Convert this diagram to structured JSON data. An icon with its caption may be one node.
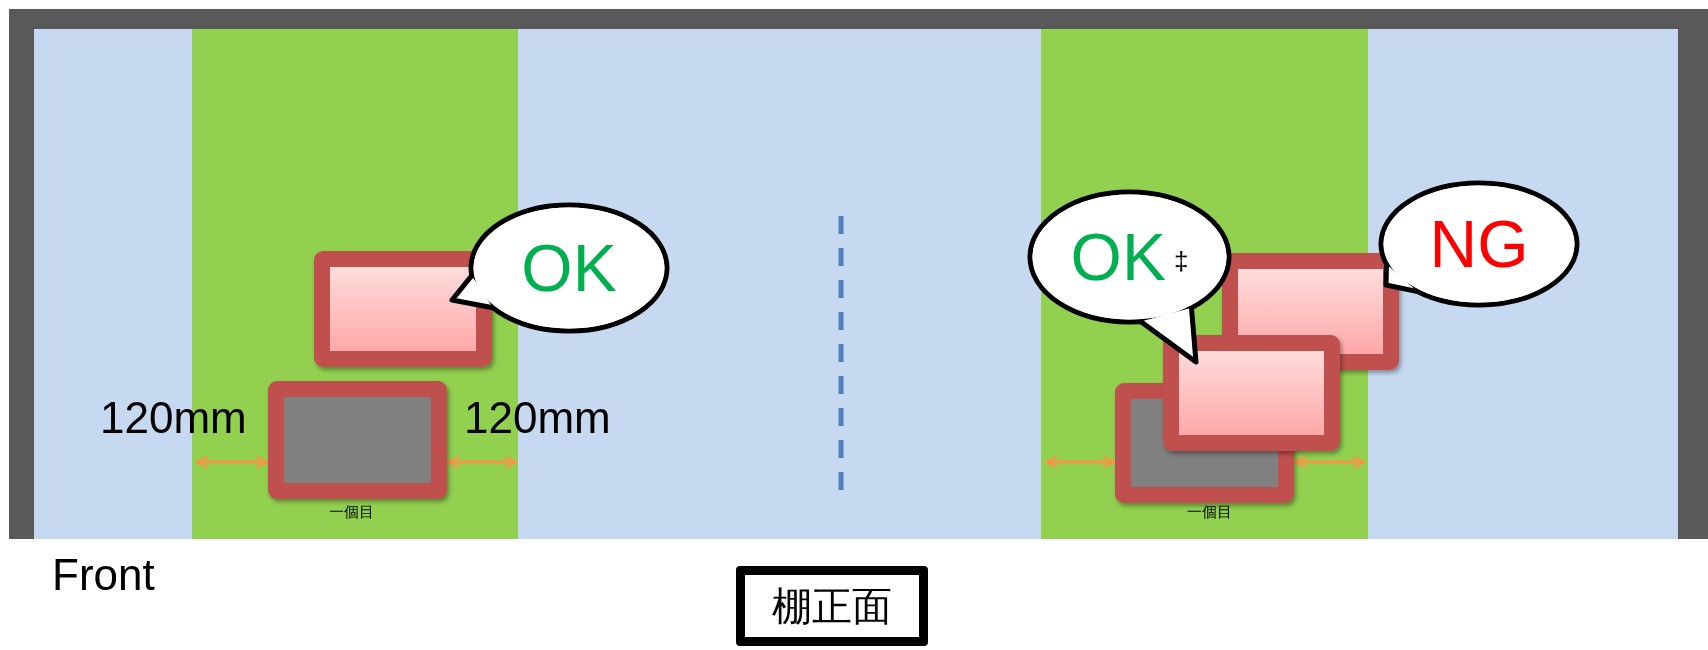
{
  "diagram": {
    "title": "棚正面",
    "nodes": [
      {
        "text": [],
        "shape": "box"
      },
      {
        "text": [
          "OK"
        ]
      },
      {
        "text": [],
        "shape": "box",
        "beside": [
          "一個目"
        ]
      },
      {
        "text": [
          "OK",
          "‡"
        ]
      },
      {
        "text": [
          "NG"
        ]
      },
      {
        "text": [],
        "shape": "box"
      },
      {
        "text": [],
        "shape": "box"
      },
      {
        "text": [],
        "shape": "box",
        "beside": [
          "一個目"
        ]
      }
    ],
    "labels": [
      "120mm",
      "120mm",
      "Front"
    ]
  }
}
